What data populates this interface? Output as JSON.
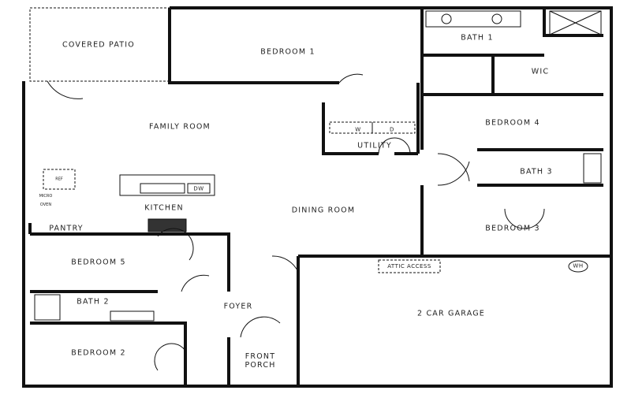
{
  "rooms": {
    "covered_patio": "COVERED PATIO",
    "bedroom_1": "BEDROOM 1",
    "bath_1": "BATH 1",
    "wic": "WIC",
    "family_room": "FAMILY ROOM",
    "bedroom_4": "BEDROOM 4",
    "utility": "UTILITY",
    "bath_3": "BATH 3",
    "kitchen": "KITCHEN",
    "dining_room": "DINING ROOM",
    "pantry": "PANTRY",
    "bedroom_3": "BEDROOM 3",
    "bedroom_5": "BEDROOM 5",
    "bath_2": "BATH 2",
    "foyer": "FOYER",
    "garage": "2 CAR GARAGE",
    "bedroom_2": "BEDROOM 2",
    "front_porch": "FRONT PORCH"
  },
  "fixtures": {
    "washer": "W",
    "dryer": "D",
    "dishwasher": "DW",
    "refrigerator": "REF",
    "micro_oven": "MICRO OVEN",
    "attic_access": "ATTIC ACCESS",
    "water_heater": "WH"
  },
  "colors": {
    "wall": "#111111",
    "background": "#ffffff"
  }
}
